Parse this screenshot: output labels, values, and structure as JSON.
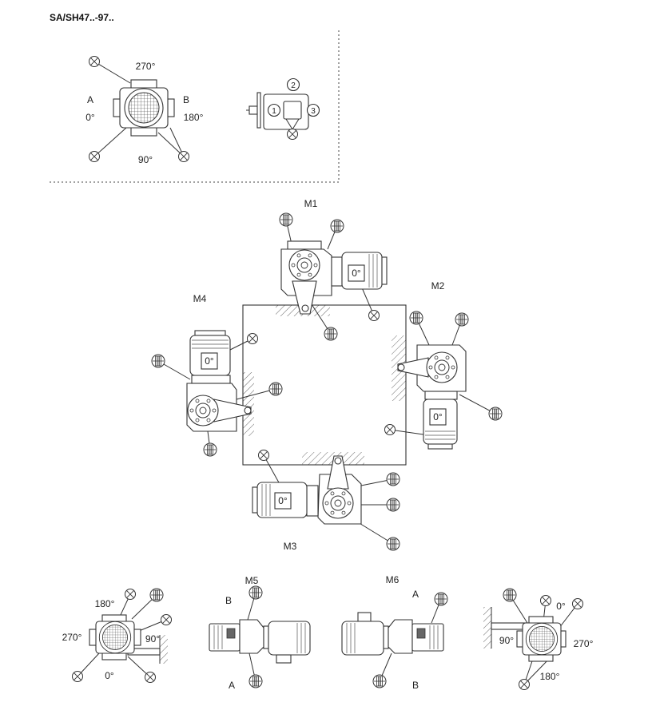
{
  "title": "SA/SH47..-97..",
  "angle_view_top": {
    "top": "270°",
    "a": "A",
    "left": "0°",
    "b": "B",
    "right": "180°",
    "bottom": "90°"
  },
  "position_view": {
    "pos1": "1",
    "pos2": "2",
    "pos3": "3"
  },
  "positions": {
    "m1": {
      "label": "M1",
      "terminal": "0°"
    },
    "m2": {
      "label": "M2",
      "terminal": "0°"
    },
    "m3": {
      "label": "M3",
      "terminal": "0°"
    },
    "m4": {
      "label": "M4",
      "terminal": "0°"
    },
    "m5": {
      "label": "M5",
      "side_top": "B",
      "side_bottom": "A"
    },
    "m6": {
      "label": "M6",
      "side_top": "A",
      "side_bottom": "B"
    }
  },
  "angle_view_m5": {
    "top": "180°",
    "left": "270°",
    "right": "90°",
    "bottom": "0°"
  },
  "angle_view_m6": {
    "top": "0°",
    "left": "90°",
    "right": "270°",
    "bottom": "180°"
  },
  "icons": {
    "drain": "cross-circle-icon",
    "breather": "breather-valve-icon"
  },
  "colors": {
    "line": "#333333",
    "background": "#ffffff"
  }
}
